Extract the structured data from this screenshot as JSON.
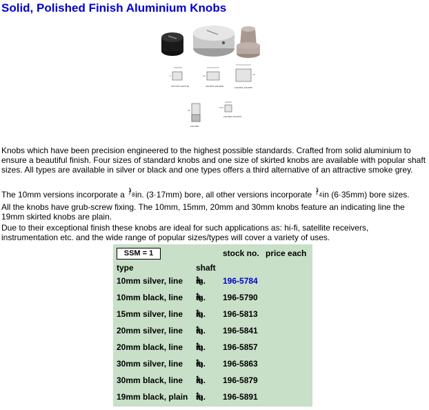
{
  "title": "Solid, Polished Finish Aluminium Knobs",
  "figure_labels": {
    "top_left_codes": "196-5784 196-5790",
    "top_mid_codes": "196-5813 196-5802",
    "top_right_codes": "196-5841 196-5857",
    "bottom_left_codes": "196-5891",
    "bottom_right_codes": "196-5863 196-5879"
  },
  "paragraphs": {
    "p1": "Knobs which have been precision engineered to the highest possible standards. Crafted from solid aluminium to ensure a beautiful finish. Four sizes of standard knobs and one size of skirted knobs are available with popular shaft sizes. All types are available in silver or black and one types offers a third alternative of an attractive smoke grey.",
    "p2_a": "The 10mm versions incorporate a ",
    "p2_frac_num": "1",
    "p2_frac_den": "8",
    "p2_b": "in. (3·17mm) bore, all other versions incorporate ",
    "p2_frac2_num": "1",
    "p2_frac2_den": "4",
    "p2_c": "in (6·35mm) bore sizes.",
    "p3": "All the knobs have grub-screw fixing. The 10mm, 15mm, 20mm and 30mm knobs feature an indicating line the 19mm skirted knobs are plain.",
    "p4": "Due to their exceptional finish these knobs are ideal for such applications as: hi-fi, satellite receivers, instrumentation etc. and the wide range of popular sizes/types will cover a variety of uses."
  },
  "table": {
    "ssm_label": "SSM = 1",
    "col_stock": "stock no.",
    "col_price": "price each",
    "col_type": "type",
    "col_shaft": "shaft",
    "rows": [
      {
        "type": "10mm silver, line",
        "frac_num": "1",
        "frac_den": "8",
        "unit": "in.",
        "stock": "196-5784"
      },
      {
        "type": "10mm black, line",
        "frac_num": "1",
        "frac_den": "8",
        "unit": "in.",
        "stock": "196-5790"
      },
      {
        "type": "15mm silver, line",
        "frac_num": "1",
        "frac_den": "4",
        "unit": "in.",
        "stock": "196-5813"
      },
      {
        "type": "20mm silver, line",
        "frac_num": "1",
        "frac_den": "4",
        "unit": "in.",
        "stock": "196-5841"
      },
      {
        "type": "20mm black, line",
        "frac_num": "1",
        "frac_den": "4",
        "unit": "in.",
        "stock": "196-5857"
      },
      {
        "type": "30mm silver, line",
        "frac_num": "1",
        "frac_den": "4",
        "unit": "in.",
        "stock": "196-5863"
      },
      {
        "type": "30mm black, line",
        "frac_num": "1",
        "frac_den": "4",
        "unit": "in.",
        "stock": "196-5879"
      },
      {
        "type": "19mm black, plain",
        "frac_num": "1",
        "frac_den": "4",
        "unit": "in.",
        "stock": "196-5891"
      }
    ]
  },
  "colors": {
    "title": "#0000cc",
    "link": "#0000cc",
    "panel": "#c8dfc8"
  }
}
